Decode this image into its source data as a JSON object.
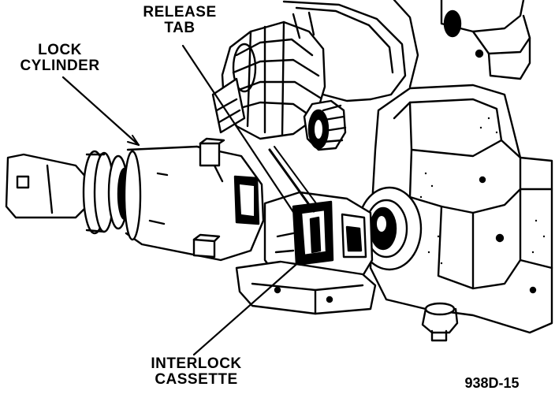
{
  "labels": {
    "release_tab": [
      "RELEASE",
      "TAB"
    ],
    "lock_cylinder": [
      "LOCK",
      "CYLINDER"
    ],
    "interlock_cassette": [
      "INTERLOCK",
      "CASSETTE"
    ],
    "figure_id": "938D-15"
  }
}
